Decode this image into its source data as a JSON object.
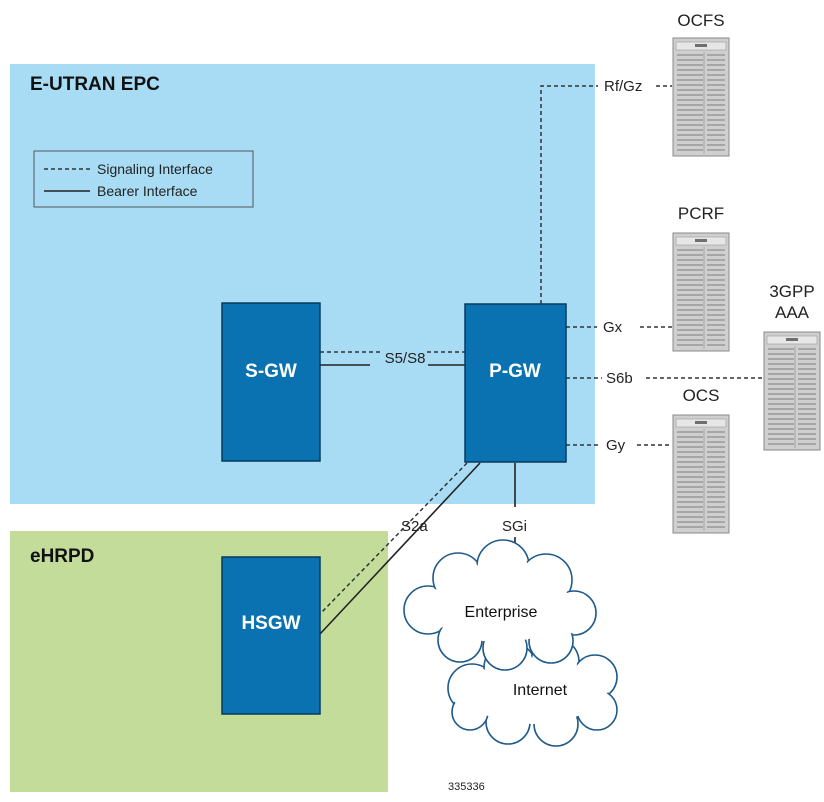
{
  "regions": {
    "epc_title": "E-UTRAN EPC",
    "ehrpd_title": "eHRPD"
  },
  "legend": {
    "signaling": "Signaling Interface",
    "bearer": "Bearer Interface"
  },
  "nodes": {
    "sgw": "S-GW",
    "pgw": "P-GW",
    "hsgw": "HSGW"
  },
  "servers": {
    "ocfs": "OCFS",
    "pcrf": "PCRF",
    "aaa_line1": "3GPP",
    "aaa_line2": "AAA",
    "ocs": "OCS"
  },
  "interfaces": {
    "rfgz": "Rf/Gz",
    "gx": "Gx",
    "s6b": "S6b",
    "gy": "Gy",
    "s5s8": "S5/S8",
    "s2a": "S2a",
    "sgi": "SGi"
  },
  "clouds": {
    "enterprise": "Enterprise",
    "internet": "Internet"
  },
  "figure_id": "335336",
  "colors": {
    "epc_bg": "#a8dcf5",
    "ehrpd_bg": "#c3dc9a",
    "node_fill": "#0a72b0",
    "server_fill": "#c9c9c9"
  }
}
